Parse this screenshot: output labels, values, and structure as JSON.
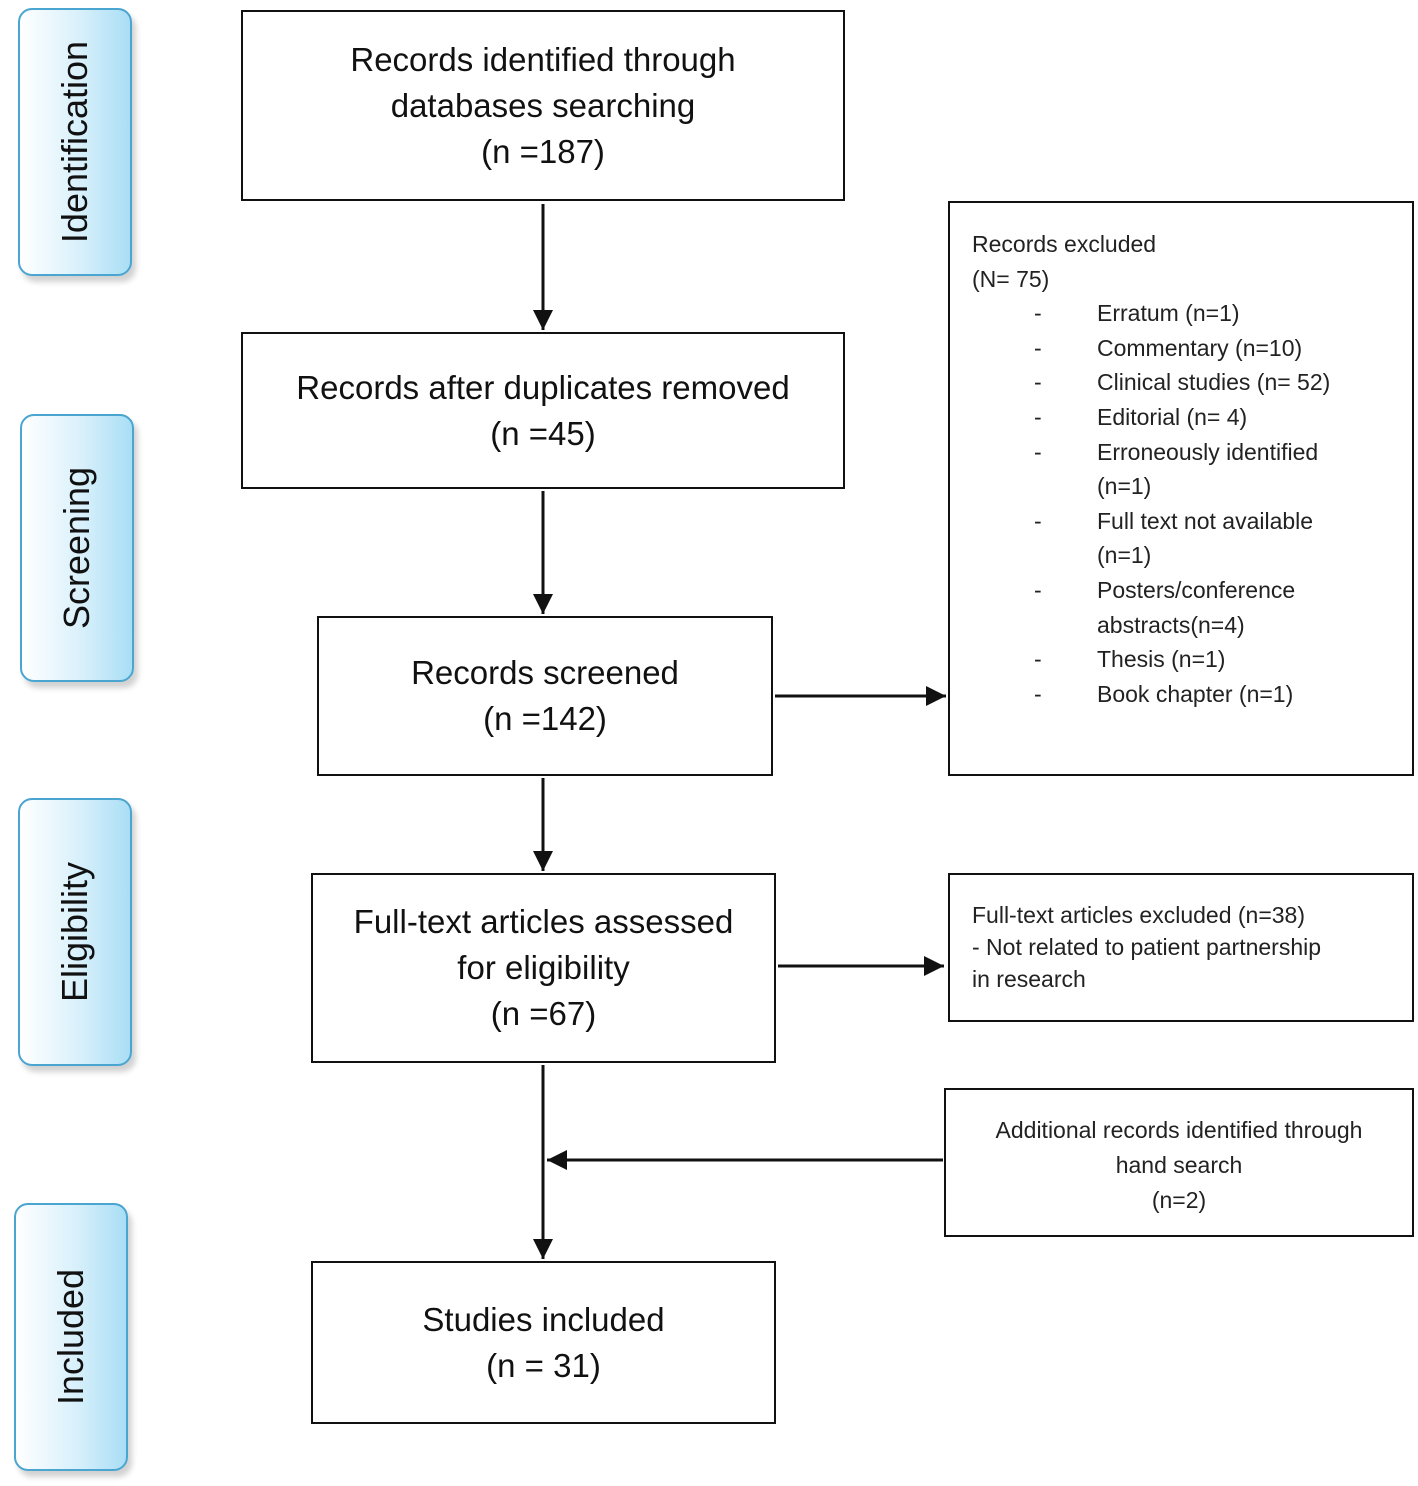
{
  "stages": {
    "identification": "Identification",
    "screening": "Screening",
    "eligibility": "Eligibility",
    "included": "Included"
  },
  "identified": {
    "line1": "Records identified  through",
    "line2": "databases searching",
    "count": "(n =187)"
  },
  "duplicates": {
    "line1": "Records after duplicates removed",
    "count": "(n =45)"
  },
  "screened": {
    "line1": "Records screened",
    "count": "(n =142)"
  },
  "fulltext": {
    "line1": "Full-text articles assessed",
    "line2": "for eligibility",
    "count": "(n =67)"
  },
  "included": {
    "line1": "Studies included",
    "count": "(n = 31)"
  },
  "records_excluded": {
    "title": "Records  excluded",
    "total": "(N= 75)",
    "dash": "-",
    "items": [
      "Erratum (n=1)",
      "Commentary (n=10)",
      "Clinical studies (n= 52)",
      "Editorial (n= 4)",
      "Erroneously identified",
      "(n=1)",
      "Full text not available",
      "(n=1)",
      "Posters/conference",
      "abstracts(n=4)",
      "Thesis (n=1)",
      "Book chapter (n=1)"
    ]
  },
  "fulltext_excluded": {
    "line1": "Full-text articles excluded (n=38)",
    "line2": "- Not related to patient partnership",
    "line3": "in research"
  },
  "additional": {
    "line1": "Additional records identified through",
    "line2": "hand search",
    "line3": "(n=2)"
  }
}
